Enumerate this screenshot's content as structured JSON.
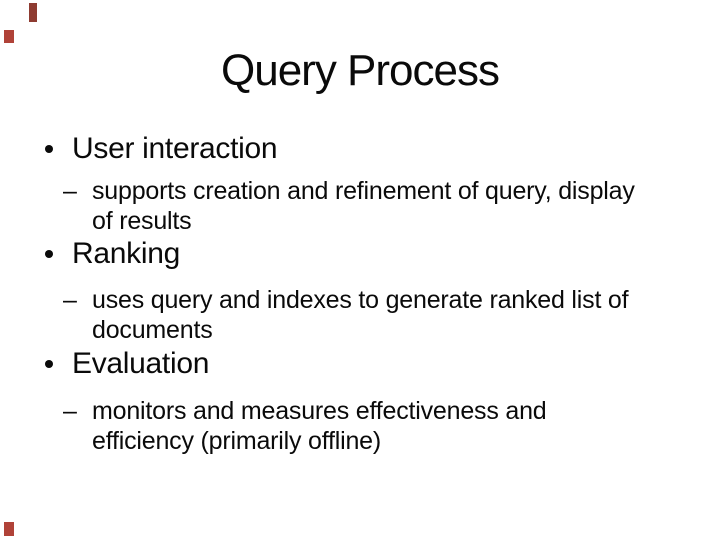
{
  "slide": {
    "title": "Query Process",
    "bullets": [
      {
        "label": "User interaction",
        "sub_lines": [
          "supports creation and refinement of query, display",
          "of results"
        ]
      },
      {
        "label": "Ranking",
        "sub_lines": [
          "uses query and indexes to generate ranked list of",
          "documents"
        ]
      },
      {
        "label": "Evaluation",
        "sub_lines": [
          "monitors and measures effectiveness and",
          "efficiency (primarily offline)"
        ]
      }
    ],
    "markers": {
      "dash": "–"
    },
    "colors": {
      "background": "#ffffff",
      "text": "#0a0a0a",
      "corner_mark_bar": "#8e3b31",
      "corner_mark_square": "#b04238"
    }
  }
}
